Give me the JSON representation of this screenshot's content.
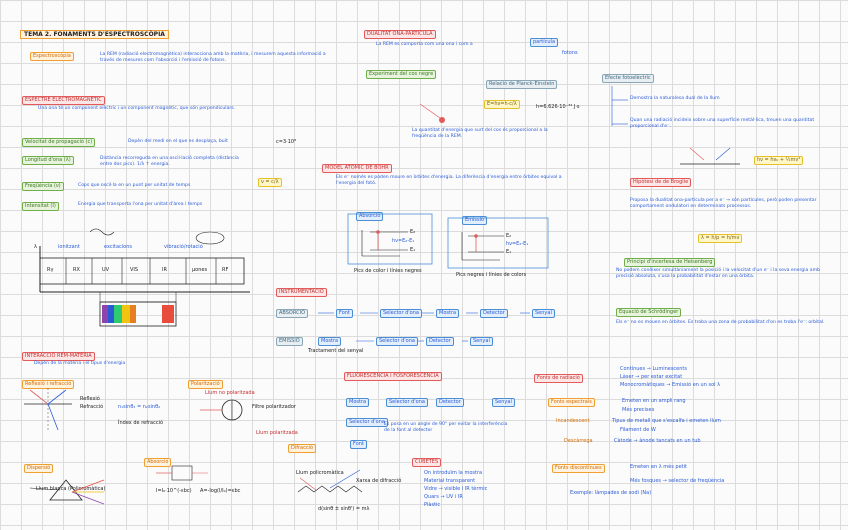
{
  "title": "TEMA 2. FONAMENTS D'ESPECTROSCÒPIA",
  "left": {
    "espectroscopia": {
      "label": "Espectroscòpia",
      "text": "La REM (radiació electromagnètica) interacciona amb la matèria, i mesurem aquesta informació a través de mesures com l'absorció i l'emissió de fotons."
    },
    "espectre": {
      "label": "ESPECTRE ELECTROMAGNÈTIC",
      "text": "Una ona té un component elèctric i un component magnètic, que són perpendiculars."
    },
    "velocitat": {
      "label": "Velocitat de propagació (c)",
      "text": "Depèn del medi en el que es desplaça, buit",
      "formula": "c=3·10⁸"
    },
    "longitud": {
      "label": "Longitud d'ona (λ)",
      "text": "Distància recorreguda en una oscil·lació completa (distància entre dos pics). 1/λ ↑ energia."
    },
    "frequencia": {
      "label": "Freqüència (ν)",
      "text": "Cops que oscil·la en un punt per unitat de temps",
      "formula": "ν = c/λ"
    },
    "intensitat": {
      "label": "Intensitat (I)",
      "text": "Energia que transporta l'ona per unitat d'àrea i temps"
    },
    "spectrum": {
      "regions": [
        "Rγ",
        "RX",
        "UV",
        "VIS",
        "IR",
        "μones",
        "RF"
      ],
      "sub": [
        "ionitzant",
        "excitacions",
        "vibració/rotació"
      ],
      "axis": "λ"
    }
  },
  "interaccio": {
    "label": "INTERACCIÓ REM-MATÈRIA",
    "note": "Depèn de la matèria i el tipus d'energia",
    "reflexio": {
      "label": "Reflexió i refracció",
      "items": [
        "Reflexió",
        "Refracció",
        "Índex de refracció"
      ],
      "formula": "n₁sinθ₁ = n₂sinθ₂"
    },
    "polaritzacio": {
      "label": "Polarització",
      "items": [
        "Llum no polaritzada",
        "Filtre polaritzador",
        "Llum polaritzada"
      ]
    },
    "dispersio": {
      "label": "Dispersió",
      "caption": "Llum blanca (Policromàtica)"
    },
    "absorcio": {
      "label": "Absorció",
      "formula": "I=I₀·10^(-εbc)",
      "formula2": "A=-log(I/I₀)=εbc"
    },
    "difraccio": {
      "label": "Difracció",
      "items": [
        "Llum policromàtica",
        "Xarxa de difracció"
      ],
      "formula": "d(sinθ ± sinθ') = mλ"
    }
  },
  "middle": {
    "dualitat": {
      "label": "DUALITAT ONA-PARTÍCULA",
      "text": "La REM es comporta com una ona i com a",
      "item": "partícula",
      "sub": "fotons"
    },
    "experiment": {
      "label": "Experiment del cos negre"
    },
    "planck": {
      "label": "Relació de Planck-Einstein",
      "formula": "E=hν=h·c/λ",
      "h": "h=6.626·10⁻³⁴ J·s",
      "text": "La quantitat d'energia que surt del cos és proporcional a la freqüència de la REM."
    },
    "bohr": {
      "label": "MODEL ATÒMIC DE BOHR",
      "text": "Els e⁻ només es poden moure en òrbites d'energia. La diferència d'energia entre òrbites equival a l'energia del fotó."
    },
    "absorcio": {
      "label": "Absorció",
      "e2": "E₂",
      "e1": "E₁",
      "de": "hν=E₂-E₁",
      "caption": "Pics de color i línies negres"
    },
    "emissio": {
      "label": "Emissió",
      "e2": "E₂",
      "e1": "E₁",
      "de": "hν=E₂-E₁",
      "caption": "Pics negres i línies de colors"
    },
    "instrument": {
      "label": "INSTRUMENTACIÓ",
      "abs": "ABSORCIÓ",
      "em": "EMISSIÓ",
      "font": "Font",
      "selector": "Selector d'ona",
      "mostra": "Mostra",
      "detector": "Detector",
      "senyal": "Senyal",
      "trac": "Tractament del senyal"
    },
    "fluor": {
      "label": "FLUORESCÈNCIA I FOSFORESCÈNCIA",
      "text": "Es posa en un angle de 90° per evitar la interferència de la font al detector"
    },
    "cubetes": {
      "label": "CUBETES",
      "items": [
        "On introduïm la mostra",
        "Material transparent",
        "Vidre → visible i IR tèrmic",
        "Quars → UV i IR",
        "Plàstic"
      ]
    }
  },
  "right": {
    "efecte": {
      "label": "Efecte fotoelèctric",
      "item1": "Demostra la naturalesa dual de la llum",
      "item2": "Quan una radiació incideix sobre una superfície metàl·lica, treuen una quantitat proporcional d'e⁻.",
      "formula": "hν = hν₀ + ½mv²"
    },
    "hipotesi": {
      "label": "Hipòtesi de de Broglie",
      "text": "Proposa la dualitat ona-partícula per a e⁻ → són partícules, però poden presentar comportament ondulatori en determinats processos.",
      "formula": "λ = h/p = h/mv"
    },
    "heisenberg": {
      "label": "Principi d'incertesa de Heisenberg",
      "text": "No podem conèixer simultàniament la posició i la velocitat d'un e⁻ i la seva energia amb precisió absoluta, s'usa la probabilitat d'estar en una òrbita."
    },
    "schrodinger": {
      "label": "Equació de Schrödinger",
      "text": "Els e⁻ no es mouen en òrbites. Es troba una zona de probabilitat d'on es troba l'e⁻: orbital."
    },
    "fonts": {
      "label": "Fonts de radiació",
      "items": [
        "Contínues → Luminescents",
        "Làser → per estar excitat",
        "Monocromàtiques → Emissió en un sol λ"
      ]
    },
    "espectrals": {
      "label": "Fonts espectrals",
      "items": [
        "Emeten en un ampli rang",
        "Més precises",
        "Filament de W"
      ]
    },
    "incandescent": {
      "label": "Incandescent",
      "text": "Tipus de metall que s'escalfa i emeten llum"
    },
    "descarrega": {
      "label": "Descàrrega",
      "text": "Càtode → ànode tancats en un tub"
    },
    "lineals": {
      "label": "Fonts discontínues",
      "items": [
        "Emeten en λ més petit",
        "Més fosques → selector de freqüència",
        "Exemple: làmpades de sodi (Na)"
      ]
    }
  }
}
